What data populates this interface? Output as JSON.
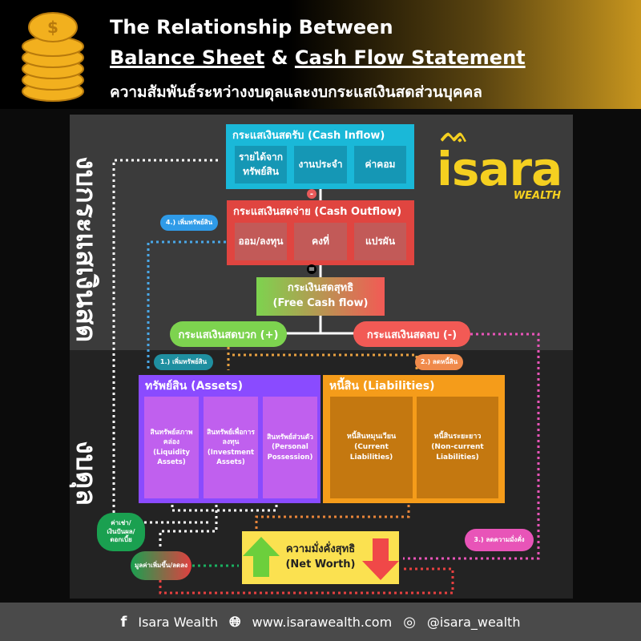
{
  "header": {
    "title_line1": "The Relationship Between",
    "title_part_balance": "Balance Sheet",
    "title_amp": " & ",
    "title_part_cash": "Cash Flow Statement",
    "subtitle": "ความสัมพันธ์ระหว่างงบดุลและงบกระแสเงินสดส่วนบุคคล"
  },
  "sections": {
    "cashflow_label": "งบกระแสเงินสด",
    "balance_label": "งบดุล"
  },
  "cash_inflow": {
    "title": "กระแสเงินสดรับ (Cash Inflow)",
    "items": [
      "รายได้จากทรัพย์สิน",
      "งานประจำ",
      "ค่าคอม"
    ]
  },
  "minus_sign": "-",
  "cash_outflow": {
    "title": "กระแสเงินสดจ่าย (Cash Outflow)",
    "items": [
      "ออม/ลงทุน",
      "คงที่",
      "แปรผัน"
    ]
  },
  "equals_sign": "=",
  "free_cash_flow": {
    "line1": "กระเงินสดสุทธิ",
    "line2": "(Free Cash flow)"
  },
  "positive_flow": "กระแสเงินสดบวก (+)",
  "negative_flow": "กระแสเงินสดลบ (-)",
  "assets": {
    "title": "ทรัพย์สิน (Assets)",
    "items": [
      "สินทรัพย์สภาพคล่อง (Liquidity Assets)",
      "สินทรัพย์เพื่อการลงทุน (Investment Assets)",
      "สินทรัพย์ส่วนตัว (Personal Possession)"
    ]
  },
  "liabilities": {
    "title": "หนี้สิน (Liabilities)",
    "items": [
      "หนี้สินหมุนเวียน (Current Liabilities)",
      "หนี้สินระยะยาว (Non-current Liabilities)"
    ]
  },
  "net_worth": {
    "line1": "ความมั่งคั่งสุทธิ",
    "line2": "(Net Worth)"
  },
  "steps": {
    "step1": "1.) เพิ่มทรัพย์สิน",
    "step2": "2.) ลดหนี้สิน",
    "step3": "3.) ลดความมั่งคั่ง",
    "step4": "4.) เพิ่มทรัพย์สิน"
  },
  "income_pill": "ค่าเช่า/ เงินปันผล/ ดอกเบี้ย",
  "value_change_pill": "มูลค่าเพิ่มขึ้น/ลดลง",
  "logo": {
    "name": "isara",
    "sub": "WEALTH"
  },
  "footer": {
    "facebook": "Isara Wealth",
    "website": "www.isarawealth.com",
    "instagram": "@isara_wealth"
  },
  "colors": {
    "inflow": "#1ab8d8",
    "outflow": "#e04540",
    "assets": "#8a4bff",
    "liabilities": "#f59c1a",
    "networth": "#fbe150",
    "logo": "#f5d020"
  }
}
